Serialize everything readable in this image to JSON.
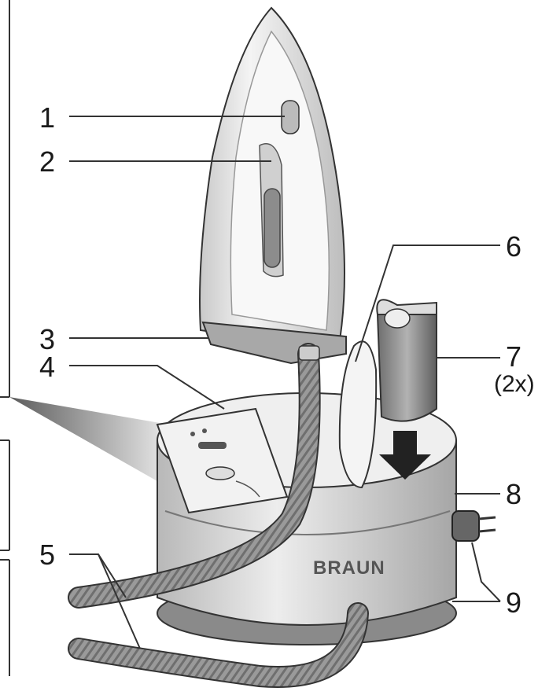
{
  "callouts": [
    {
      "number": "1",
      "part": "steam-button"
    },
    {
      "number": "2",
      "part": "handle"
    },
    {
      "number": "3",
      "part": "soleplate"
    },
    {
      "number": "4",
      "part": "control-panel"
    },
    {
      "number": "5",
      "part": "hose"
    },
    {
      "number": "6",
      "part": "tank-lid"
    },
    {
      "number": "7",
      "part": "water-tank",
      "note": "(2x)"
    },
    {
      "number": "8",
      "part": "base-station"
    },
    {
      "number": "9",
      "part": "power-plug"
    }
  ],
  "brand": "BRAUN",
  "colors": {
    "outline": "#3a3a3a",
    "base_body": "#d9d9d9",
    "hose": "#8c8c8c",
    "tank": "#9a9a9a"
  }
}
